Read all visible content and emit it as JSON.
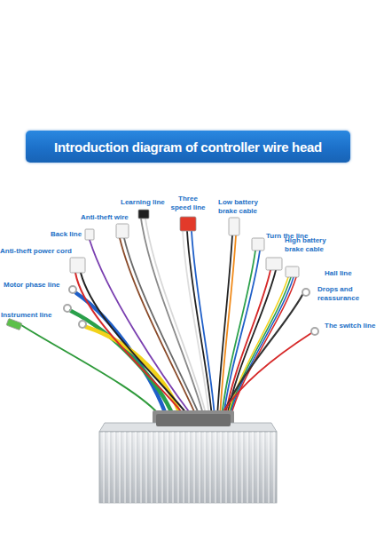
{
  "diagram": {
    "title": "Introduction diagram of controller wire head",
    "labels": [
      "Learning line",
      "Three speed line",
      "Low battery brake cable",
      "Anti-theft wire",
      "Turn the line",
      "Back line",
      "High battery brake cable",
      "Anti-theft power cord",
      "Hall line",
      "Motor phase line",
      "Drops and reassurance",
      "Instrument line",
      "The switch line"
    ]
  }
}
